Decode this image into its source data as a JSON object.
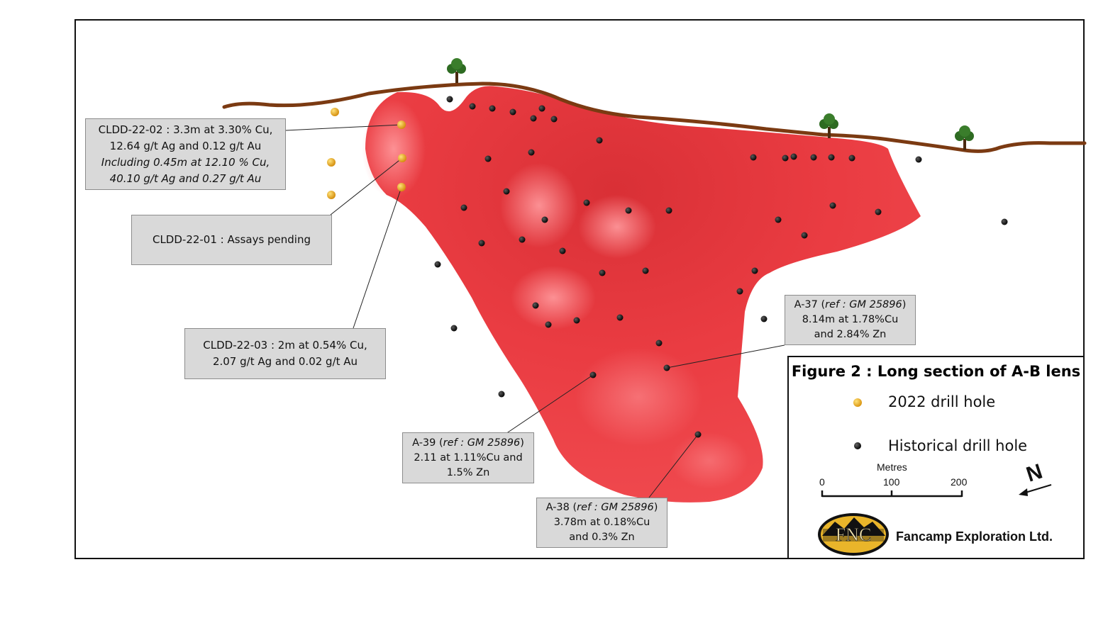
{
  "callouts": {
    "cldd_22_02": {
      "line1": "CLDD-22-02 : 3.3m at 3.30% Cu,",
      "line2": "12.64 g/t Ag and 0.12 g/t Au",
      "line3": "Including 0.45m at 12.10 % Cu,",
      "line4": "40.10 g/t Ag and 0.27 g/t Au"
    },
    "cldd_22_01": {
      "line1": "CLDD-22-01 : Assays pending"
    },
    "cldd_22_03": {
      "line1": "CLDD-22-03 : 2m at 0.54% Cu,",
      "line2": "2.07 g/t Ag and 0.02 g/t Au"
    },
    "a_37": {
      "hole": "A-37 (",
      "ref": "ref : GM 25896",
      "close": ")",
      "line2": "8.14m at 1.78%Cu",
      "line3": "and 2.84% Zn"
    },
    "a_39": {
      "hole": "A-39 (",
      "ref": "ref : GM 25896",
      "close": ")",
      "line2": "2.11 at 1.11%Cu and",
      "line3": "1.5% Zn"
    },
    "a_38": {
      "hole": "A-38 (",
      "ref": "ref : GM 25896",
      "close": ")",
      "line2": "3.78m at 0.18%Cu",
      "line3": "and 0.3% Zn"
    }
  },
  "legend": {
    "title": "Figure 2 : Long section of A-B lens",
    "item_2022": "2022 drill hole",
    "item_historical": "Historical drill hole",
    "scale_unit": "Metres",
    "scale_ticks": [
      "0",
      "100",
      "200"
    ],
    "north_label": "N",
    "logo_text": "FNC",
    "company": "Fancamp Exploration Ltd."
  },
  "colors": {
    "lens": "#e8373d",
    "surface": "#7b3a12",
    "drill_2022": "#f2b51b",
    "drill_historical": "#111111",
    "tree": "#2e6b22",
    "callout_bg": "#d9d9d9"
  },
  "icons": {
    "tree": "tree-icon",
    "north_arrow": "north-arrow-icon",
    "logo": "fnc-logo-icon"
  }
}
